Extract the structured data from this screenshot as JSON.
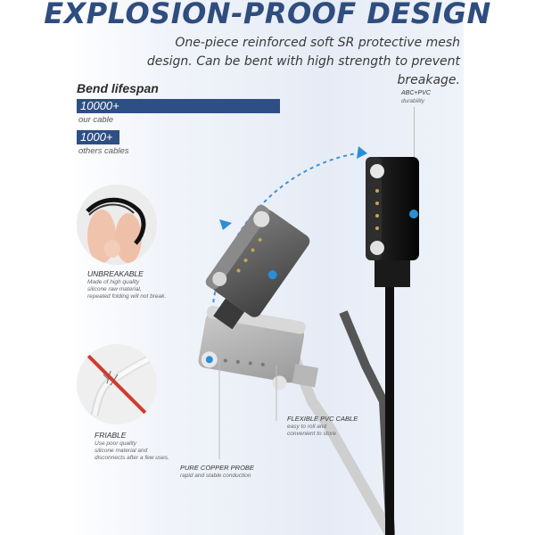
{
  "header": {
    "title": "EXPLOSION-PROOF DESIGN",
    "subtitle_line1": "One-piece reinforced soft SR protective mesh",
    "subtitle_line2": "design. Can be bent with high strength to prevent breakage."
  },
  "bend": {
    "label": "Bend lifespan",
    "ours_value": "10000+",
    "ours_caption": "our cable",
    "others_value": "1000+",
    "others_caption": "others cables"
  },
  "callouts": {
    "abc_title": "ABC+PVC",
    "abc_desc": "durability",
    "unbreakable_title": "UNBREAKABLE",
    "unbreakable_desc1": "Made of high quality",
    "unbreakable_desc2": "silicone raw material,",
    "unbreakable_desc3": "repeated folding will not break.",
    "friable_title": "FRIABLE",
    "friable_desc1": "Use poor quality",
    "friable_desc2": "silicone material and",
    "friable_desc3": "disconnects after a few uses.",
    "flexible_title": "FLEXIBLE PVC CABLE",
    "flexible_desc1": "easy to roll and",
    "flexible_desc2": "convenient to store",
    "copper_title": "PURE COPPER PROBE",
    "copper_desc": "rapid and stable conduction"
  },
  "colors": {
    "navy": "#2e4f86",
    "title_blue": "#2f4d7e",
    "accent_blue": "#2a8fd6",
    "red": "#d23a2a"
  }
}
